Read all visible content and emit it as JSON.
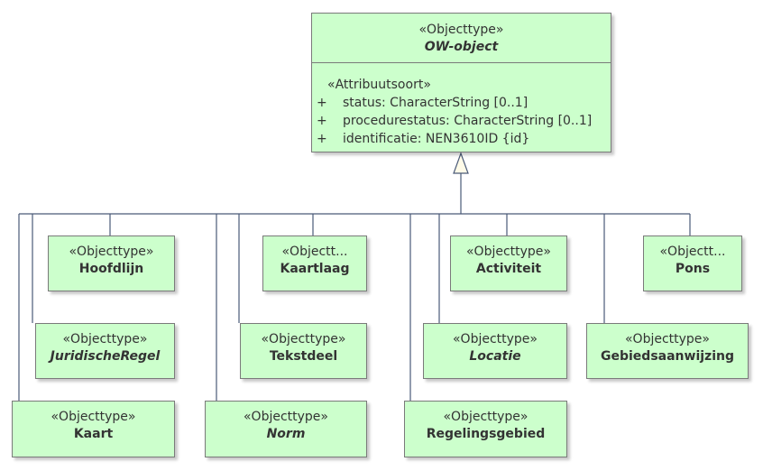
{
  "parent": {
    "stereotype": "«Objecttype»",
    "name": "OW-object",
    "attribute_stereotype": "«Attribuutsoort»",
    "attributes": [
      {
        "visibility": "+",
        "text": "status: CharacterString [0..1]"
      },
      {
        "visibility": "+",
        "text": "procedurestatus: CharacterString [0..1]"
      },
      {
        "visibility": "+",
        "text": "identificatie: NEN3610ID {id}"
      }
    ]
  },
  "classes": {
    "hoofdlijn": {
      "stereotype": "«Objecttype»",
      "name": "Hoofdlijn"
    },
    "kaartlaag": {
      "stereotype": "«Objectt...",
      "name": "Kaartlaag"
    },
    "activiteit": {
      "stereotype": "«Objecttype»",
      "name": "Activiteit"
    },
    "pons": {
      "stereotype": "«Objectt...",
      "name": "Pons"
    },
    "juridischeregel": {
      "stereotype": "«Objecttype»",
      "name": "JuridischeRegel"
    },
    "tekstdeel": {
      "stereotype": "«Objecttype»",
      "name": "Tekstdeel"
    },
    "locatie": {
      "stereotype": "«Objecttype»",
      "name": "Locatie"
    },
    "gebiedsaanwijzing": {
      "stereotype": "«Objecttype»",
      "name": "Gebiedsaanwijzing"
    },
    "kaart": {
      "stereotype": "«Objecttype»",
      "name": "Kaart"
    },
    "norm": {
      "stereotype": "«Objecttype»",
      "name": "Norm"
    },
    "regelingsgebied": {
      "stereotype": "«Objecttype»",
      "name": "Regelingsgebied"
    }
  },
  "colors": {
    "class_fill": "#ccffcc",
    "class_border": "#7a7a7a",
    "connector": "#4a5a78",
    "arrowhead_fill": "#fffbe8"
  }
}
